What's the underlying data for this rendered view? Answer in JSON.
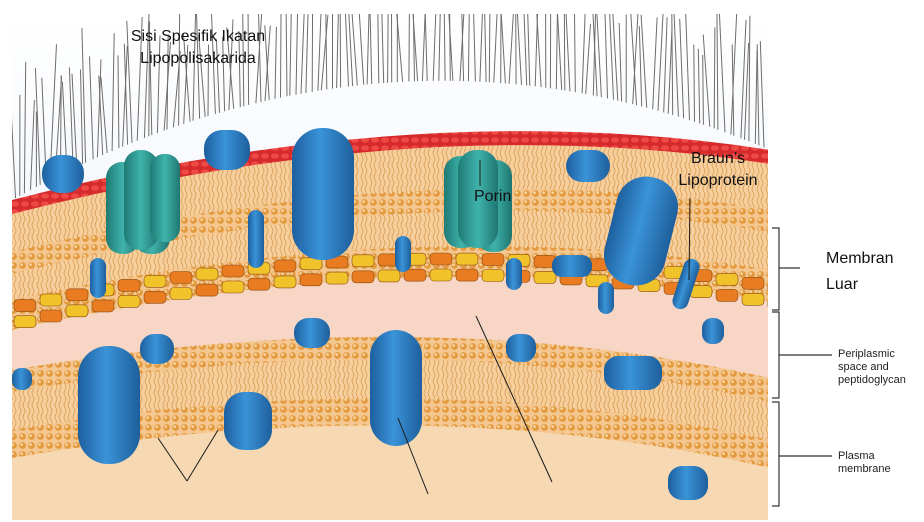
{
  "labels": {
    "lps_site_line1": "Sisi Spesifik Ikatan",
    "lps_site_line2": "Lipopolisakarida",
    "porin": "Porin",
    "brauns_line1": "Braun’s",
    "brauns_line2": "Lipoprotein",
    "outer_membrane_line1": "Membran",
    "outer_membrane_line2": "Luar",
    "periplasm_line1": "Periplasmic",
    "periplasm_line2": "space and",
    "periplasm_line3": "peptidoglycan",
    "plasma_line1": "Plasma",
    "plasma_line2": "membrane"
  },
  "colors": {
    "lps_red": "#d8232a",
    "membrane_peach": "#f4c48c",
    "phospholipid_head": "#e6a347",
    "protein_blue": "#2b7fc6",
    "porin_teal": "#2a9a93",
    "peptidoglycan_orange": "#e97b20",
    "peptidoglycan_yellow": "#f1c32b",
    "periplasm_pink": "#f6d2c4"
  }
}
